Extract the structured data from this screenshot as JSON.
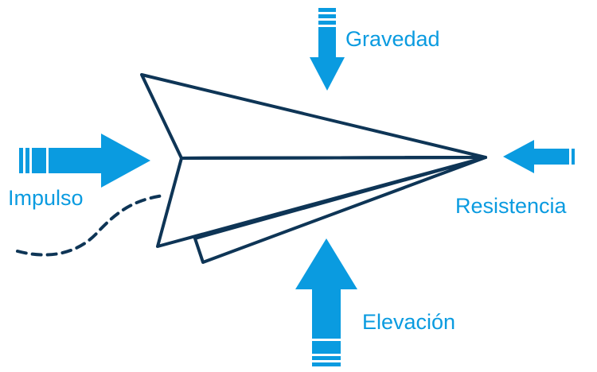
{
  "labels": {
    "gravity": "Gravedad",
    "thrust": "Impulso",
    "drag": "Resistencia",
    "lift": "Elevación"
  },
  "colors": {
    "arrow": "#0a9be0",
    "plane_stroke": "#0e3556",
    "background": "#ffffff"
  }
}
